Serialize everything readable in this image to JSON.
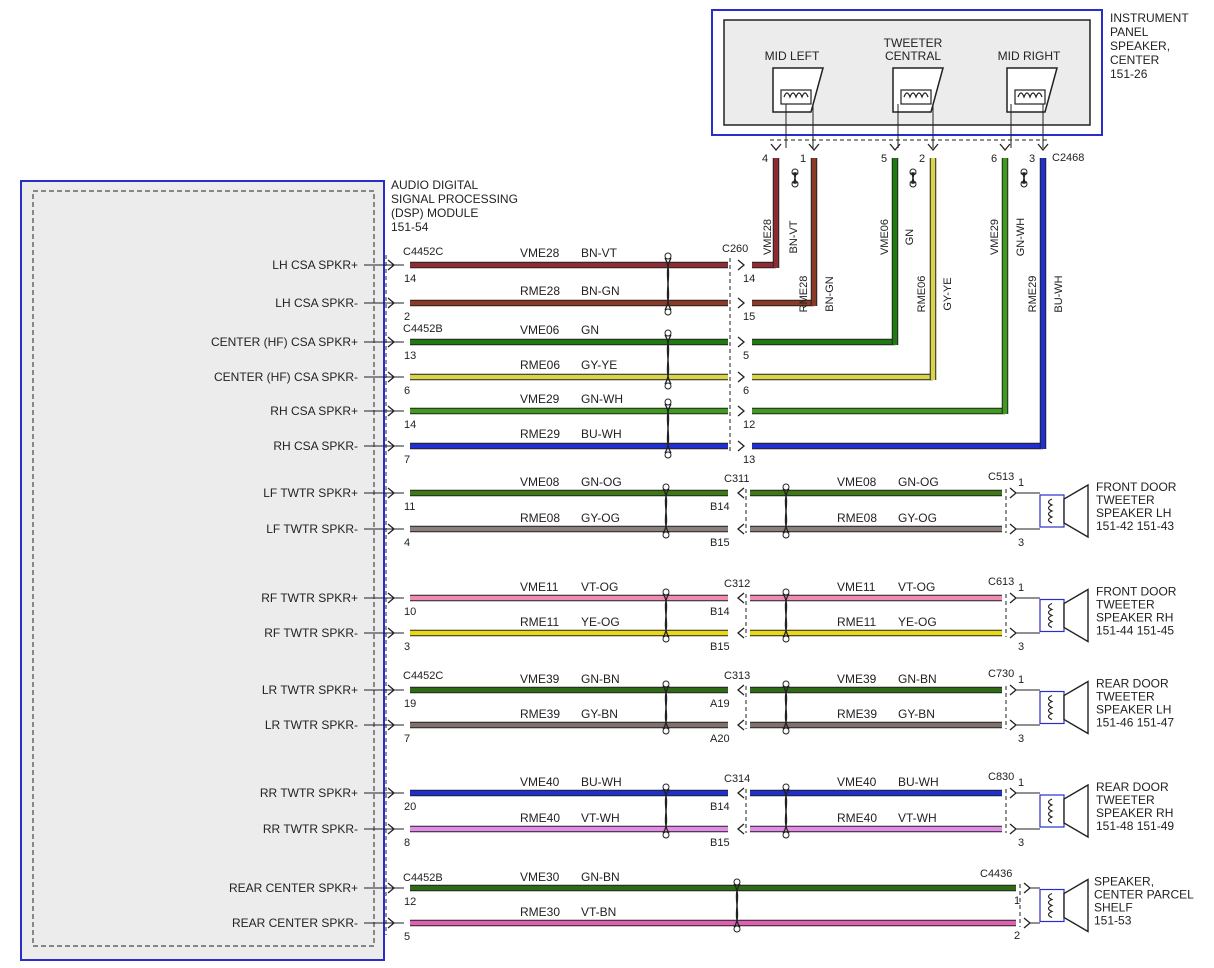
{
  "panel": {
    "title_lines": [
      "INSTRUMENT",
      "PANEL",
      "SPEAKER,",
      "CENTER",
      "151-26"
    ],
    "speakers": [
      {
        "label_lines": [
          "MID LEFT"
        ]
      },
      {
        "label_lines": [
          "TWEETER",
          "CENTRAL"
        ]
      },
      {
        "label_lines": [
          "MID RIGHT"
        ]
      }
    ],
    "connector": "C2468"
  },
  "module": {
    "title_lines": [
      "AUDIO DIGITAL",
      "SIGNAL PROCESSING",
      "(DSP) MODULE",
      "151-54"
    ],
    "outputs": [
      "LH CSA SPKR+",
      "LH CSA SPKR-",
      "CENTER (HF) CSA SPKR+",
      "CENTER (HF) CSA SPKR-",
      "RH CSA SPKR+",
      "RH CSA SPKR-",
      "LF TWTR SPKR+",
      "LF TWTR SPKR-",
      "RF TWTR SPKR+",
      "RF TWTR SPKR-",
      "LR TWTR SPKR+",
      "LR TWTR SPKR-",
      "RR TWTR SPKR+",
      "RR TWTR SPKR-",
      "REAR CENTER SPKR+",
      "REAR CENTER SPKR-"
    ],
    "connectors": [
      "C4452C",
      "C4452B",
      "C4452C",
      "C4452B"
    ],
    "pins": [
      "14",
      "2",
      "13",
      "6",
      "14",
      "7",
      "11",
      "4",
      "10",
      "3",
      "19",
      "7",
      "20",
      "8",
      "12",
      "5"
    ]
  },
  "inline": {
    "c260": {
      "name": "C260",
      "pins": [
        "14",
        "15",
        "5",
        "6",
        "12",
        "13"
      ]
    },
    "tweeter_connectors": [
      "C311",
      "C312",
      "C313",
      "C314"
    ],
    "tweeter_pins": [
      "B14",
      "B15",
      "B14",
      "B15",
      "A19",
      "A20",
      "B14",
      "B15"
    ]
  },
  "panel_wires": [
    {
      "pin": "4",
      "circuit": "VME28",
      "color": "BN-VT"
    },
    {
      "pin": "1",
      "circuit": "RME28",
      "color": "BN-GN"
    },
    {
      "pin": "5",
      "circuit": "VME06",
      "color": "GN"
    },
    {
      "pin": "2",
      "circuit": "RME06",
      "color": "GY-YE"
    },
    {
      "pin": "6",
      "circuit": "VME29",
      "color": "GN-WH"
    },
    {
      "pin": "3",
      "circuit": "RME29",
      "color": "BU-WH"
    }
  ],
  "wires": [
    {
      "circuit": "VME28",
      "color": "BN-VT"
    },
    {
      "circuit": "RME28",
      "color": "BN-GN"
    },
    {
      "circuit": "VME06",
      "color": "GN"
    },
    {
      "circuit": "RME06",
      "color": "GY-YE"
    },
    {
      "circuit": "VME29",
      "color": "GN-WH"
    },
    {
      "circuit": "RME29",
      "color": "BU-WH"
    },
    {
      "circuit": "VME08",
      "color": "GN-OG"
    },
    {
      "circuit": "RME08",
      "color": "GY-OG"
    },
    {
      "circuit": "VME11",
      "color": "VT-OG"
    },
    {
      "circuit": "RME11",
      "color": "YE-OG"
    },
    {
      "circuit": "VME39",
      "color": "GN-BN"
    },
    {
      "circuit": "RME39",
      "color": "GY-BN"
    },
    {
      "circuit": "VME40",
      "color": "BU-WH"
    },
    {
      "circuit": "RME40",
      "color": "VT-WH"
    },
    {
      "circuit": "VME30",
      "color": "GN-BN"
    },
    {
      "circuit": "RME30",
      "color": "VT-BN"
    }
  ],
  "tweeters": [
    {
      "connector": "C513",
      "pins": [
        "1",
        "3"
      ],
      "label_lines": [
        "FRONT DOOR",
        "TWEETER",
        "SPEAKER LH",
        "151-42  151-43"
      ]
    },
    {
      "connector": "C613",
      "pins": [
        "1",
        "3"
      ],
      "label_lines": [
        "FRONT DOOR",
        "TWEETER",
        "SPEAKER RH",
        "151-44  151-45"
      ]
    },
    {
      "connector": "C730",
      "pins": [
        "1",
        "3"
      ],
      "label_lines": [
        "REAR DOOR",
        "TWEETER",
        "SPEAKER LH",
        "151-46  151-47"
      ]
    },
    {
      "connector": "C830",
      "pins": [
        "1",
        "3"
      ],
      "label_lines": [
        "REAR DOOR",
        "TWEETER",
        "SPEAKER RH",
        "151-48  151-49"
      ]
    }
  ],
  "rear_center": {
    "connector": "C4436",
    "pins": [
      "1",
      "2"
    ],
    "label_lines": [
      "SPEAKER,",
      "CENTER PARCEL",
      "SHELF",
      "151-53"
    ]
  },
  "colors": {
    "BN-VT": "#8e2b33",
    "BN-GN": "#8a3a26",
    "GN": "#1f7a12",
    "GY-YE": "#d9d44a",
    "GN-WH": "#3f9a1e",
    "BU-WH": "#1f2fd0",
    "GN-OG": "#3d7a16",
    "GY-OG": "#8a7f7a",
    "VT-OG": "#f08cb4",
    "YE-OG": "#e8d816",
    "GN-BN": "#2f6a16",
    "GY-BN": "#7f726c",
    "VT-WH": "#e28ce8",
    "VT-BN": "#e05fb0",
    "frame": "#2a2ec8"
  }
}
